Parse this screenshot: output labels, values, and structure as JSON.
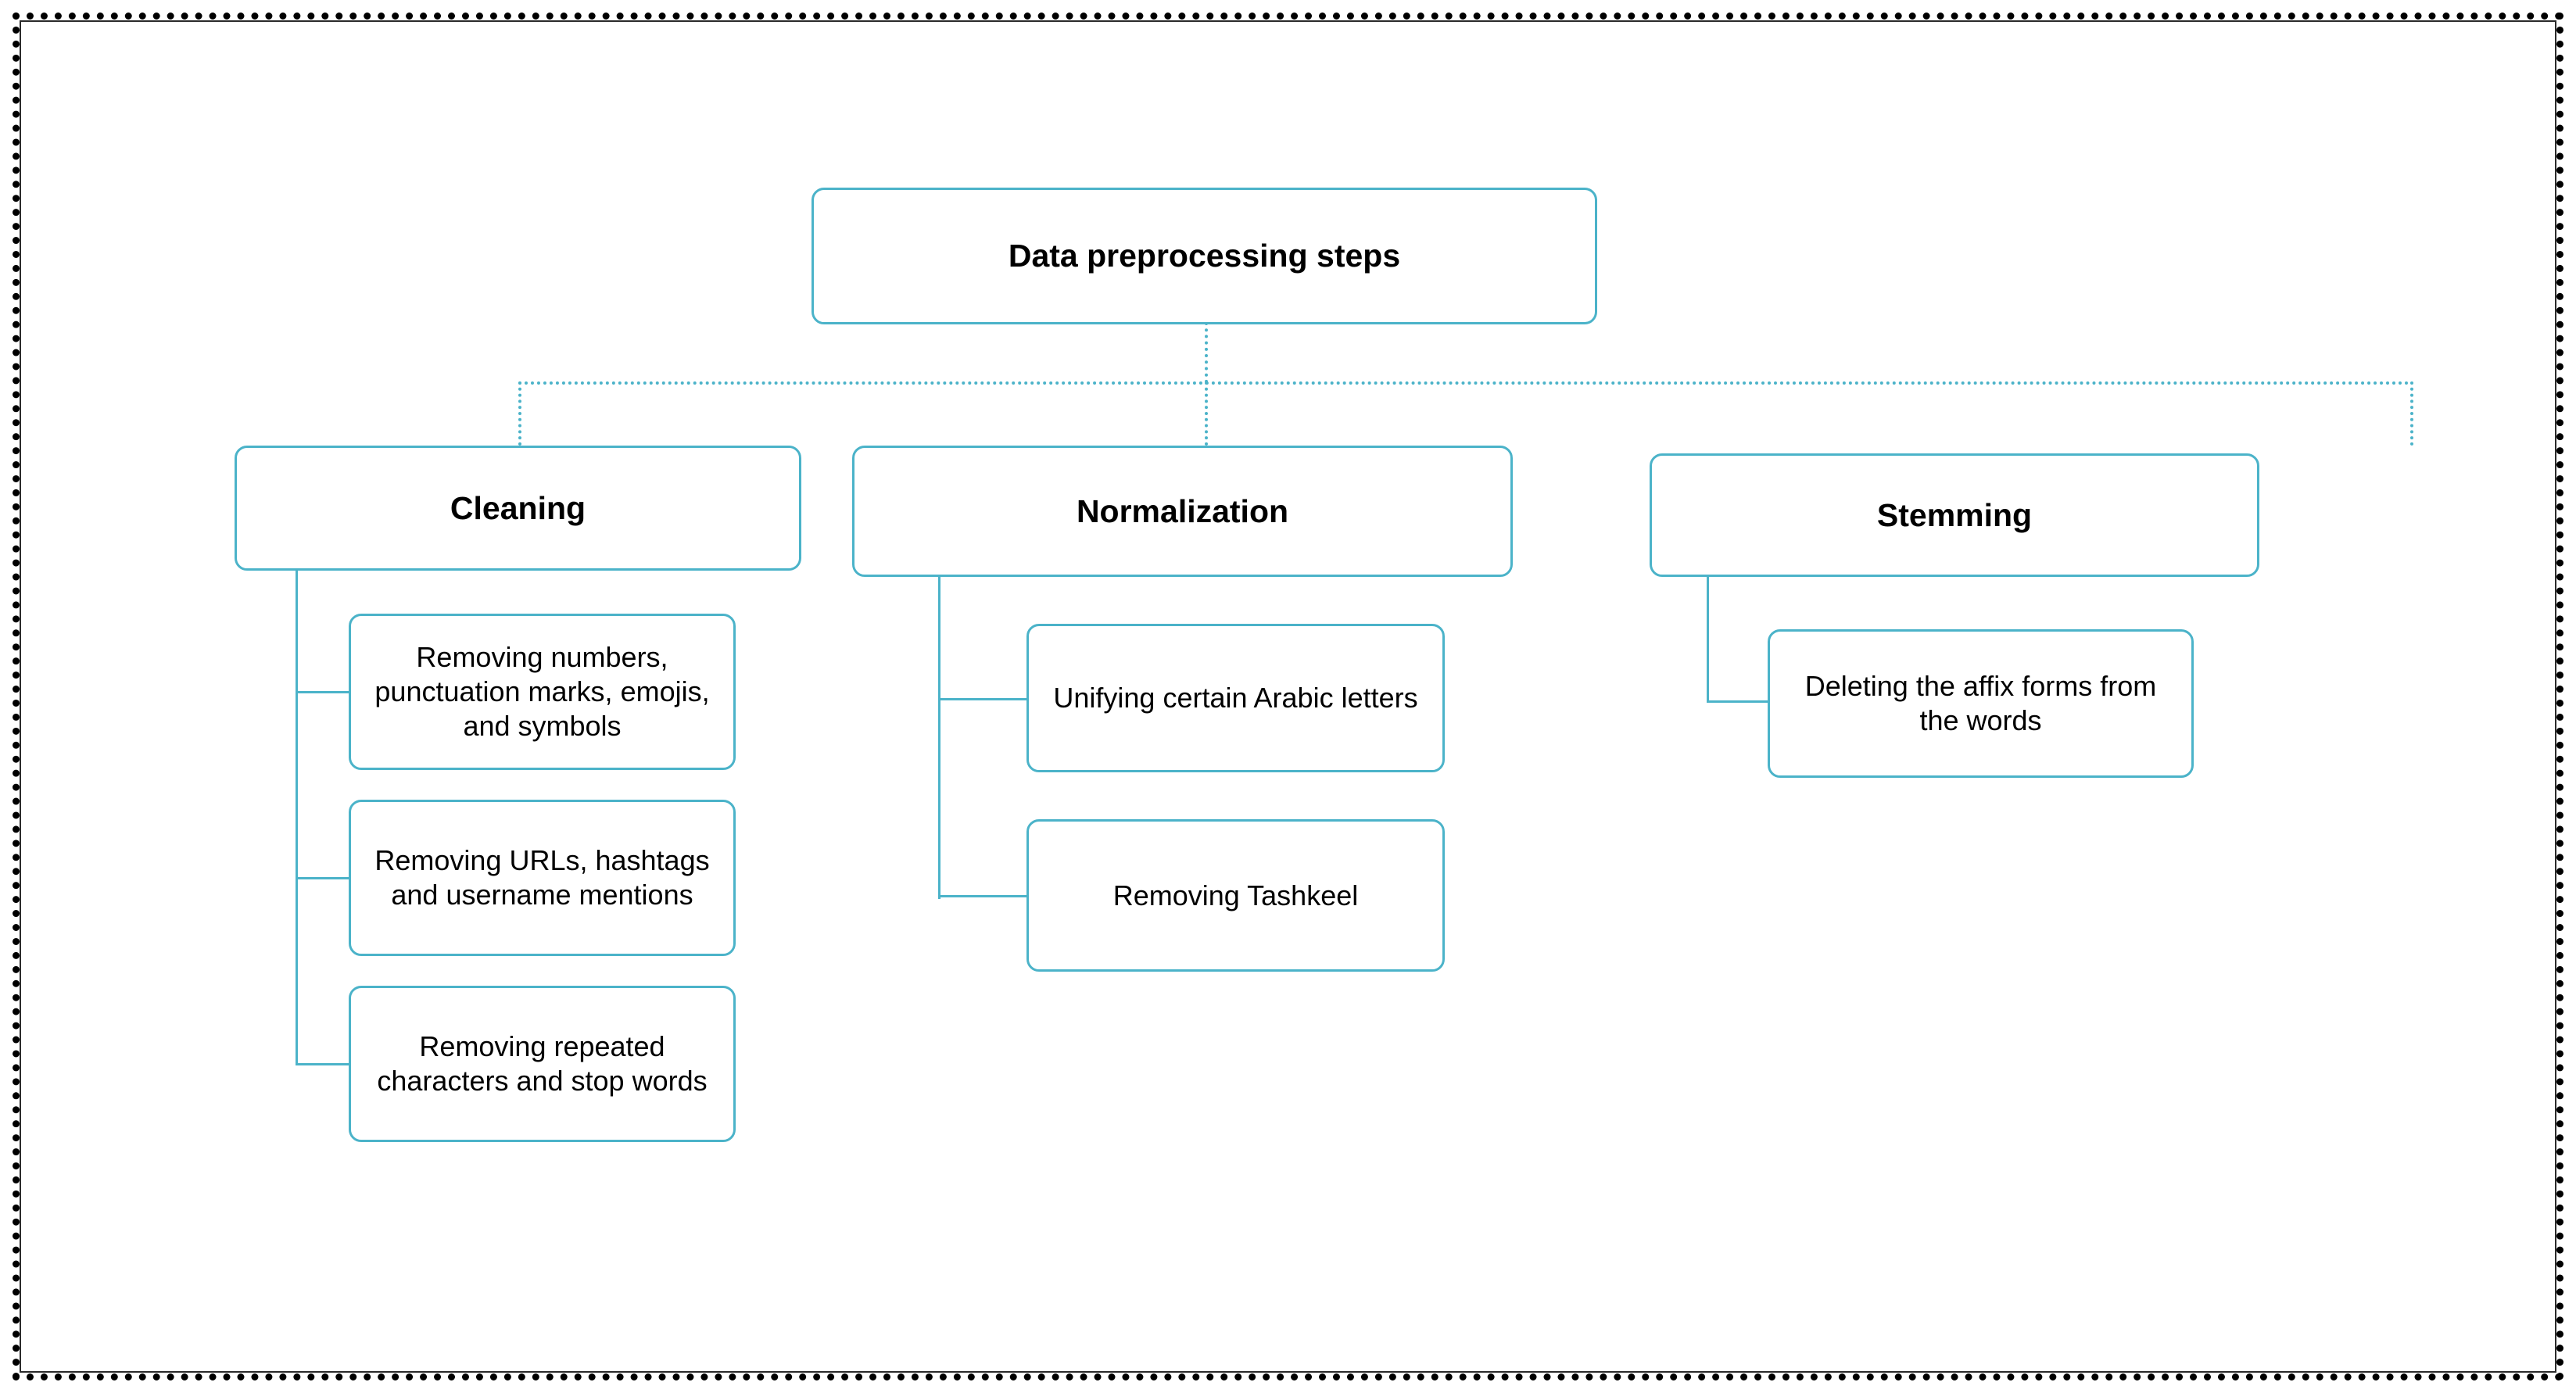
{
  "diagram": {
    "title": "Data preprocessing steps",
    "type": "hierarchy-tree",
    "accent_color": "#4BB3C9",
    "text_color": "#000000",
    "background_color": "#FFFFFF",
    "border_color": "#000000",
    "root": {
      "label": "Data preprocessing steps"
    },
    "branches": [
      {
        "label": "Cleaning",
        "children": [
          {
            "label": "Removing numbers, punctuation marks, emojis, and symbols"
          },
          {
            "label": "Removing URLs, hashtags and username mentions"
          },
          {
            "label": "Removing repeated characters and stop words"
          }
        ]
      },
      {
        "label": "Normalization",
        "children": [
          {
            "label": "Unifying certain Arabic letters"
          },
          {
            "label": "Removing Tashkeel"
          }
        ]
      },
      {
        "label": "Stemming",
        "children": [
          {
            "label": "Deleting the affix forms from the words"
          }
        ]
      }
    ]
  }
}
